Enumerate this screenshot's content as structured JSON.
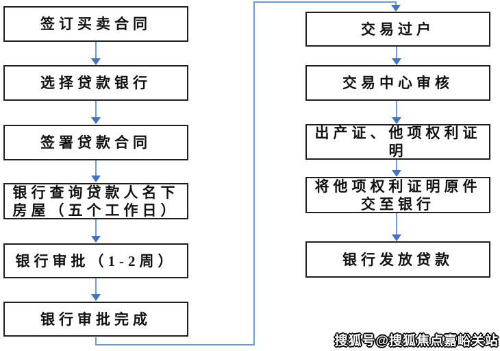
{
  "diagram": {
    "type": "flowchart",
    "topic": "二手房贷款交易流程",
    "left_column": {
      "nodes": [
        {
          "label": "签订买卖合同"
        },
        {
          "label": "选择贷款银行"
        },
        {
          "label": "签署贷款合同"
        },
        {
          "label": "银行查询贷款人名下\n房屋（五个工作日）"
        },
        {
          "label": "银行审批（1-2周）"
        },
        {
          "label": "银行审批完成"
        }
      ]
    },
    "right_column": {
      "nodes": [
        {
          "label": "交易过户"
        },
        {
          "label": "交易中心审核"
        },
        {
          "label": "出产证、他项权利证\n明"
        },
        {
          "label": "将他项权利证明原件\n交至银行"
        },
        {
          "label": "银行发放贷款"
        }
      ]
    },
    "edges": [
      "签订买卖合同→选择贷款银行",
      "选择贷款银行→签署贷款合同",
      "签署贷款合同→银行查询贷款人名下房屋（五个工作日）",
      "银行查询贷款人名下房屋（五个工作日）→银行审批（1-2周）",
      "银行审批（1-2周）→银行审批完成",
      "银行审批完成→交易过户",
      "交易过户→交易中心审核",
      "交易中心审核→出产证、他项权利证明",
      "出产证、他项权利证明→将他项权利证明原件交至银行",
      "将他项权利证明原件交至银行→银行发放贷款"
    ]
  },
  "watermark": {
    "text": "搜狐号@搜狐焦点嘉峪关站"
  },
  "colors": {
    "background": "#ffffff",
    "box_border": "#1f1f1f",
    "box_fill": "#ffffff",
    "text": "#111111",
    "arrow_line": "#6f9bd4",
    "arrow_head": "#4472c4"
  }
}
